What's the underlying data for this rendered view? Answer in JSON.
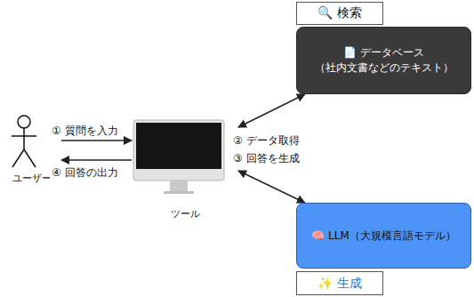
{
  "diagram": {
    "nodes": [
      {
        "text": [
          "🔍 検索"
        ]
      },
      {
        "text": [
          "📄 データベース",
          "（社内文書などのテキスト）"
        ]
      },
      {
        "text": [
          "ユーザー"
        ]
      },
      {
        "text": [
          "ツール"
        ]
      },
      {
        "text": [
          "🧠 LLM（大規模言語モデル）"
        ]
      },
      {
        "text": [
          "✨ 生成"
        ]
      }
    ],
    "edges": [
      {
        "from": 2,
        "to": 3,
        "label": "① 質問を入力",
        "arrow": "to"
      },
      {
        "from": 3,
        "to": 2,
        "label": "④ 回答の出力",
        "arrow": "to"
      },
      {
        "from": 3,
        "to": 1,
        "label": "② データ取得",
        "arrow": "both"
      },
      {
        "from": 3,
        "to": 4,
        "label": "③ 回答を生成",
        "arrow": "both"
      }
    ]
  }
}
